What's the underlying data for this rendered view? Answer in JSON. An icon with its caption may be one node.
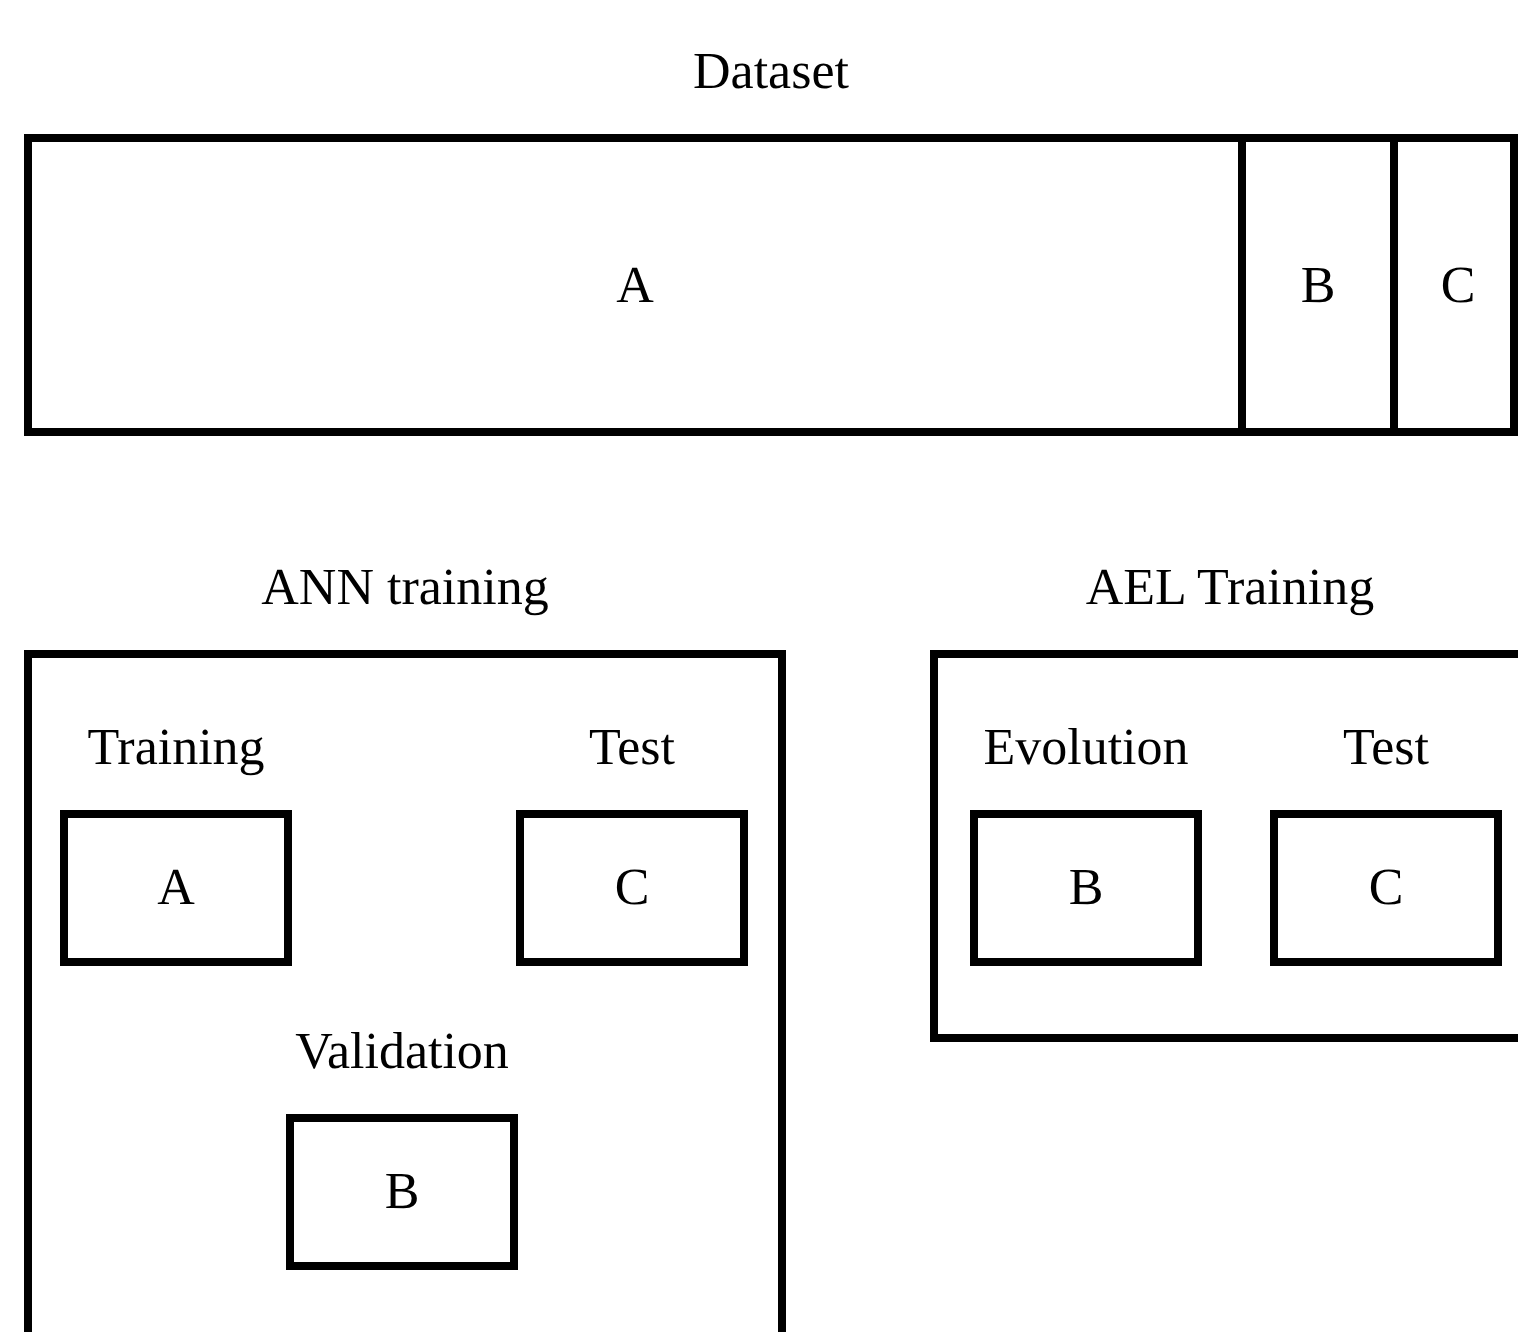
{
  "diagram": {
    "nodes": [
      {
        "text": [
          "Dataset"
        ]
      },
      {
        "text": [
          "A"
        ],
        "in": 0
      },
      {
        "text": [
          "B"
        ],
        "in": 0
      },
      {
        "text": [
          "C"
        ],
        "in": 0
      },
      {
        "text": [
          "ANN training"
        ]
      },
      {
        "text": [
          "Training",
          "A"
        ],
        "in": 4
      },
      {
        "text": [
          "Test",
          "C"
        ],
        "in": 4
      },
      {
        "text": [
          "Validation",
          "B"
        ],
        "in": 4
      },
      {
        "text": [
          "AEL Training"
        ]
      },
      {
        "text": [
          "Evolution",
          "B"
        ],
        "in": 8
      },
      {
        "text": [
          "Test",
          "C"
        ],
        "in": 8
      }
    ]
  }
}
